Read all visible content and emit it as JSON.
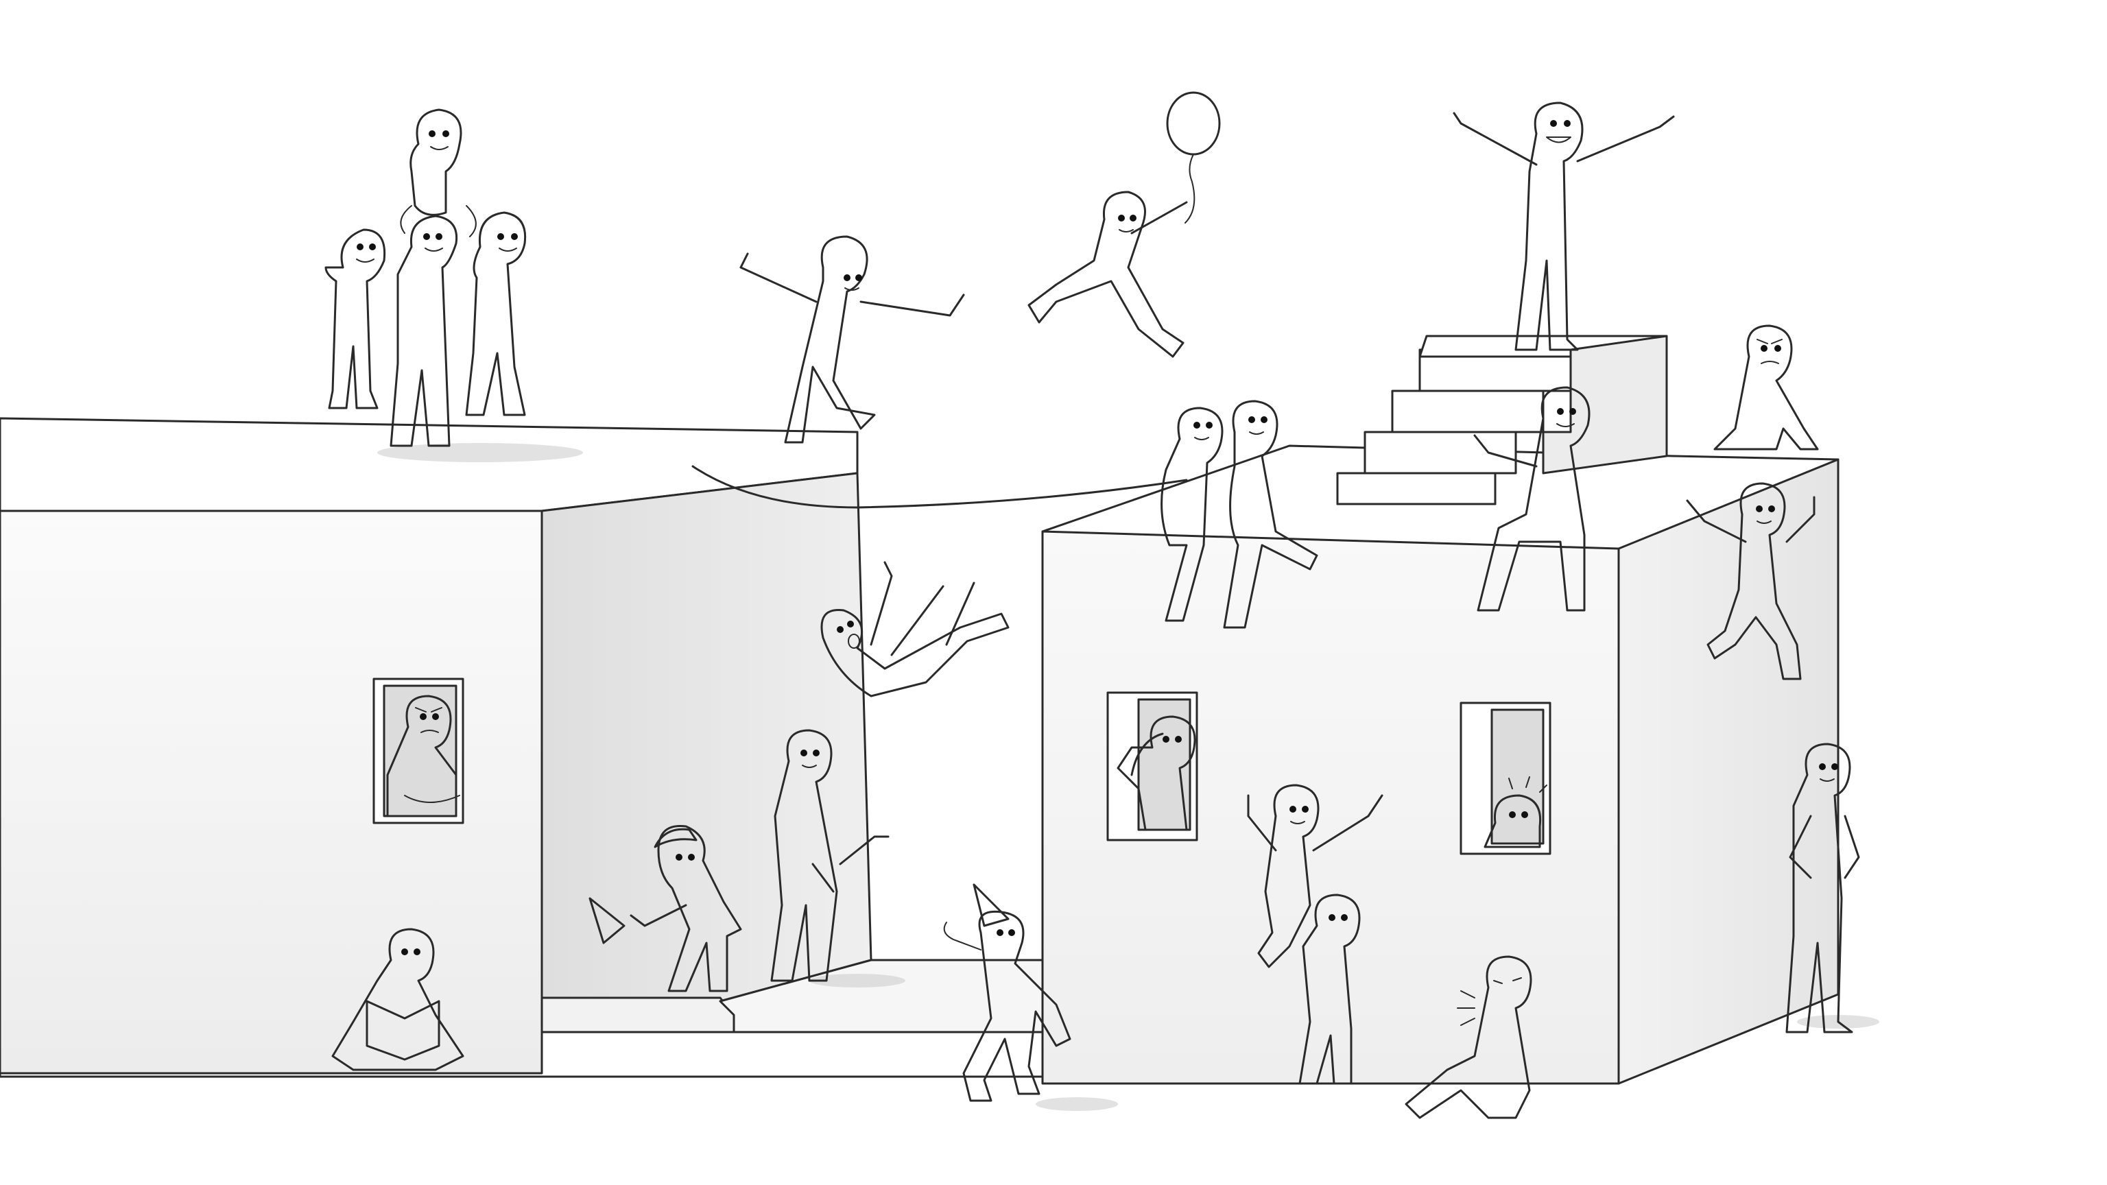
{
  "scene": {
    "background": "#ffffff",
    "wall_light": "#f6f6f6",
    "wall_mid": "#e9e9e9",
    "wall_dark": "#d8d8d8",
    "figure_fill": "#ffffff",
    "line_color": "#2a2a2a",
    "figures": [
      {
        "name": "group-of-three-left"
      },
      {
        "name": "figure-on-shoulders"
      },
      {
        "name": "balancing-figure-rope"
      },
      {
        "name": "figure-with-balloon"
      },
      {
        "name": "cheering-figure-top-stairs"
      },
      {
        "name": "sitting-pair-ledge"
      },
      {
        "name": "waving-sitting-figure"
      },
      {
        "name": "grumpy-sitting-corner"
      },
      {
        "name": "climbing-figure-side"
      },
      {
        "name": "falling-figure"
      },
      {
        "name": "figure-in-window-arms-crossed"
      },
      {
        "name": "builder-with-trowel"
      },
      {
        "name": "standing-figure-inner-step"
      },
      {
        "name": "party-hat-figure"
      },
      {
        "name": "reading-figure"
      },
      {
        "name": "figure-in-window-salute"
      },
      {
        "name": "scared-figure-in-window"
      },
      {
        "name": "piggyback-pair"
      },
      {
        "name": "crying-sitting-figure"
      },
      {
        "name": "hands-on-hips-figure"
      }
    ]
  }
}
